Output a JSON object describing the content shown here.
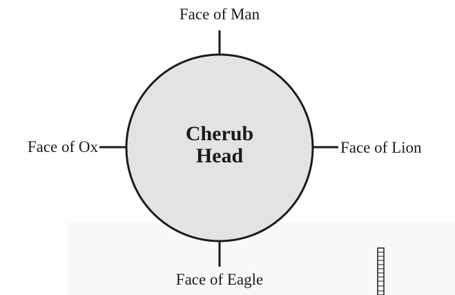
{
  "diagram": {
    "center": {
      "line1": "Cherub",
      "line2": "Head"
    },
    "faces": {
      "top": "Face of Man",
      "left": "Face of Ox",
      "right": "Face of Lion",
      "bottom": "Face of Eagle"
    }
  },
  "colors": {
    "circle_fill": "#e3e3e3",
    "stroke": "#1a1a1a",
    "panel": "#f8f8f8"
  },
  "icons": {
    "corner_mark": "vertical-scale-icon"
  }
}
